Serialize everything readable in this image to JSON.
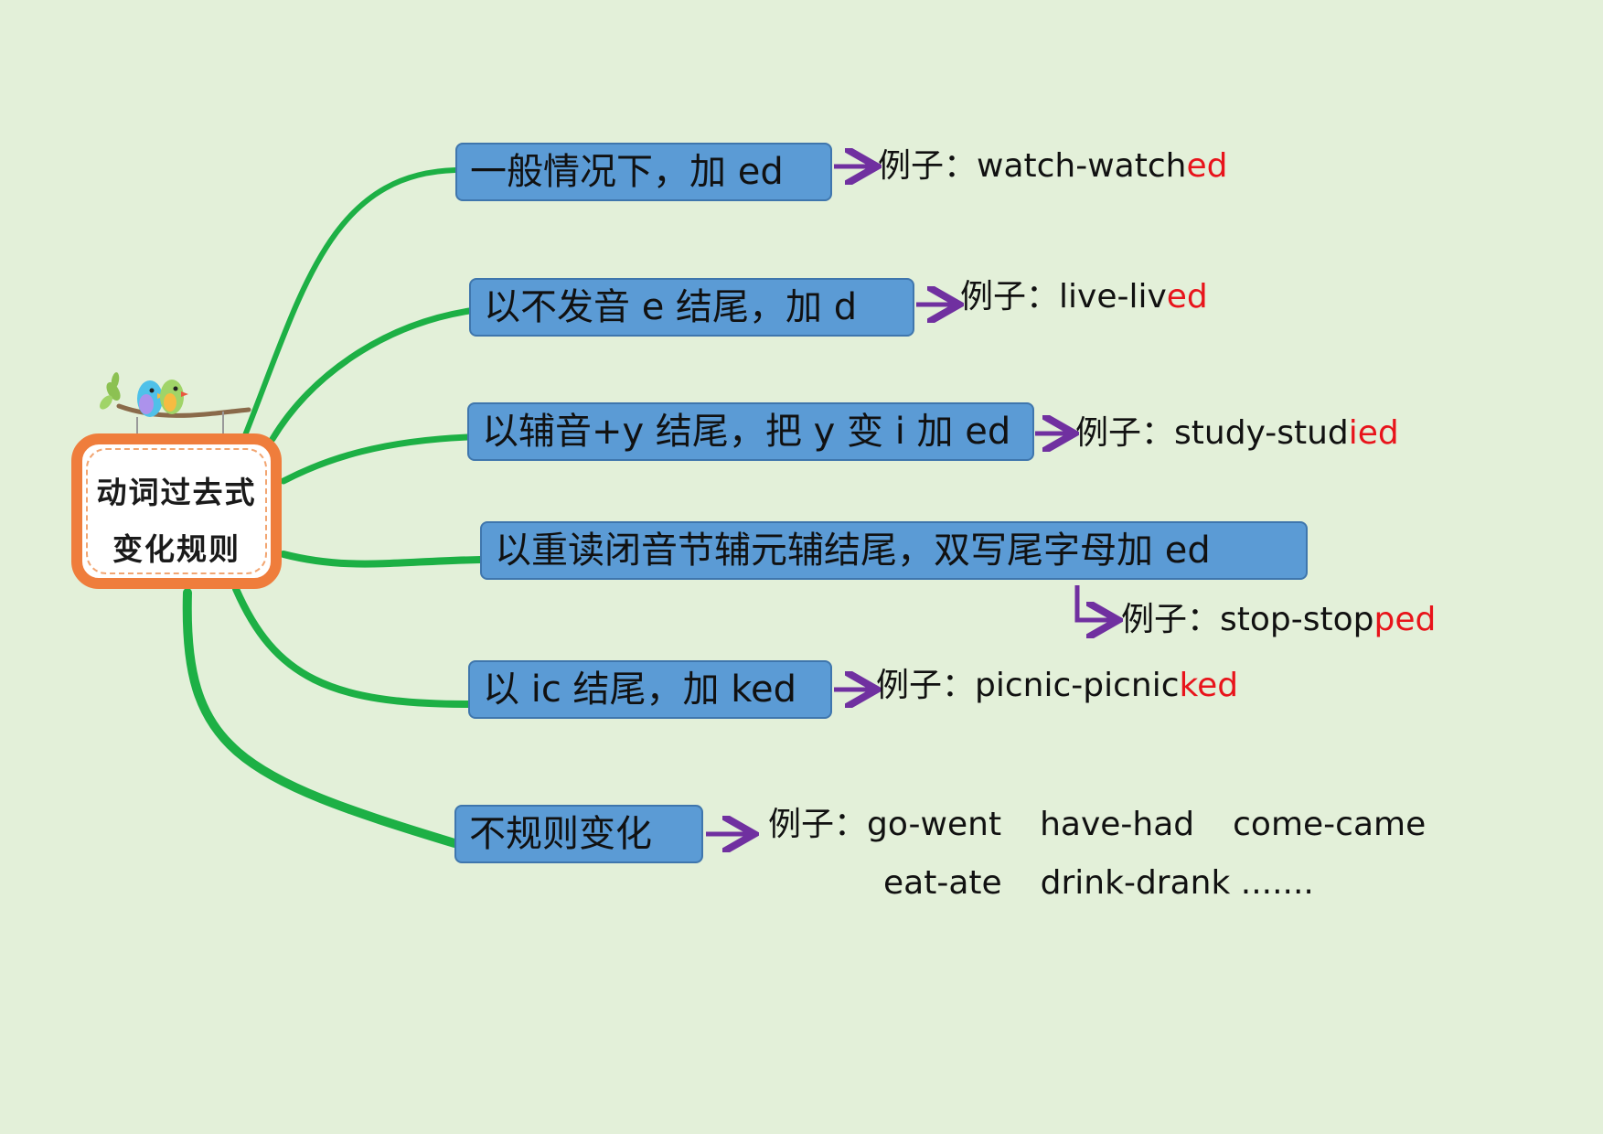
{
  "center": {
    "line1": "动词过去式",
    "line2": "变化规则"
  },
  "colors": {
    "background": "#e3f0d9",
    "branch": "#1db045",
    "box": "#5b9bd5",
    "arrow": "#7030a0",
    "suffix": "#e8141b",
    "frame": "#ef7d3c"
  },
  "rules": [
    {
      "label": "一般情况下，加 ed",
      "example_prefix": "例子：",
      "example_base": "watch-watch",
      "example_suffix": "ed"
    },
    {
      "label": "以不发音 e 结尾，加 d",
      "example_prefix": "例子：",
      "example_base": "live-liv",
      "example_suffix": "ed"
    },
    {
      "label": "以辅音+y 结尾，把 y 变 i 加 ed",
      "example_prefix": "例子：",
      "example_base": "study-stud",
      "example_suffix": "ied"
    },
    {
      "label": "以重读闭音节辅元辅结尾，双写尾字母加 ed",
      "example_prefix": "例子：",
      "example_base": "stop-stop",
      "example_suffix": "ped"
    },
    {
      "label": "以 ic 结尾，加 ked",
      "example_prefix": "例子：",
      "example_base": "picnic-picnic",
      "example_suffix": "ked"
    },
    {
      "label": "不规则变化",
      "example_prefix": "例子：",
      "irregular": [
        "go-went",
        "have-had",
        "come-came",
        "eat-ate",
        "drink-drank ......."
      ]
    }
  ]
}
